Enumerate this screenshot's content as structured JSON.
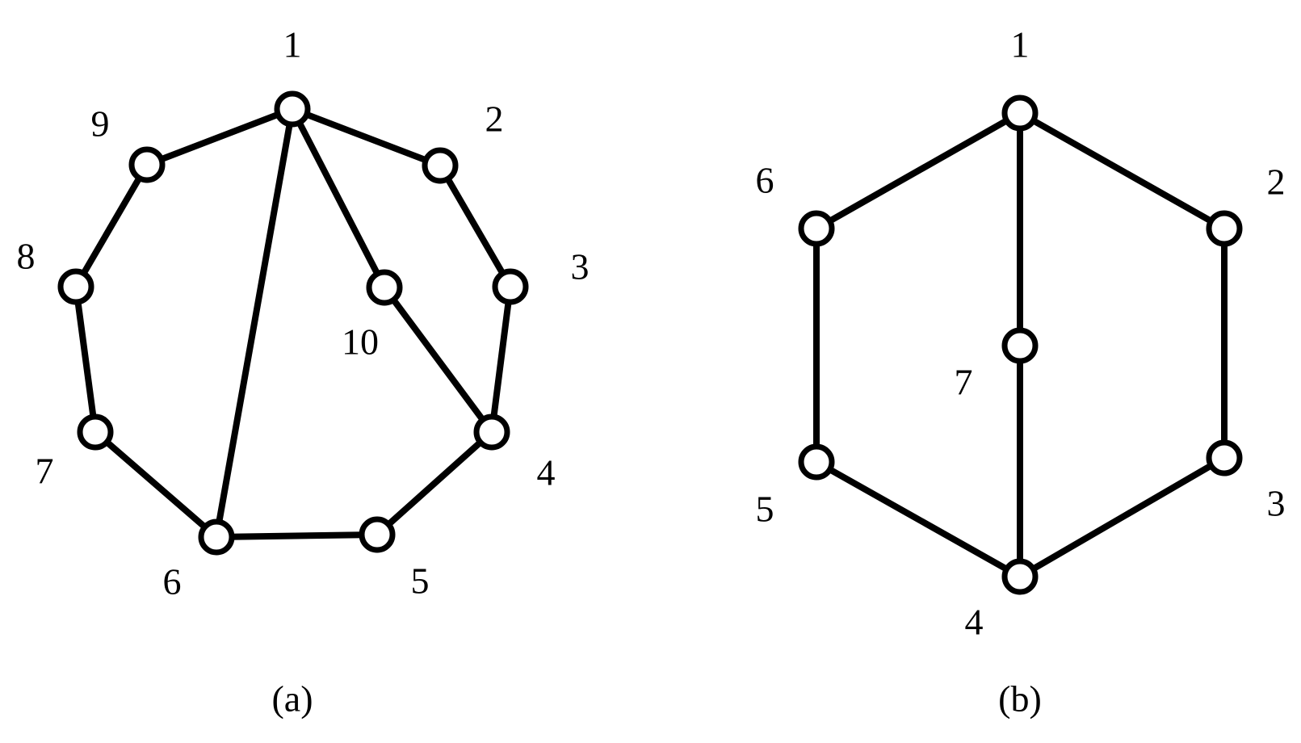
{
  "graphs": [
    {
      "id": "a",
      "caption": "(a)",
      "nodes": [
        "1",
        "2",
        "3",
        "4",
        "5",
        "6",
        "7",
        "8",
        "9",
        "10"
      ],
      "edges": [
        [
          "1",
          "2"
        ],
        [
          "2",
          "3"
        ],
        [
          "3",
          "4"
        ],
        [
          "4",
          "5"
        ],
        [
          "5",
          "6"
        ],
        [
          "6",
          "7"
        ],
        [
          "7",
          "8"
        ],
        [
          "8",
          "9"
        ],
        [
          "9",
          "1"
        ],
        [
          "1",
          "6"
        ],
        [
          "1",
          "10"
        ],
        [
          "10",
          "4"
        ]
      ]
    },
    {
      "id": "b",
      "caption": "(b)",
      "nodes": [
        "1",
        "2",
        "3",
        "4",
        "5",
        "6",
        "7"
      ],
      "edges": [
        [
          "1",
          "2"
        ],
        [
          "2",
          "3"
        ],
        [
          "3",
          "4"
        ],
        [
          "4",
          "5"
        ],
        [
          "5",
          "6"
        ],
        [
          "6",
          "1"
        ],
        [
          "1",
          "7"
        ],
        [
          "7",
          "4"
        ]
      ]
    }
  ],
  "colors": {
    "stroke": "#000000",
    "node_fill": "#ffffff",
    "background": "#ffffff"
  }
}
